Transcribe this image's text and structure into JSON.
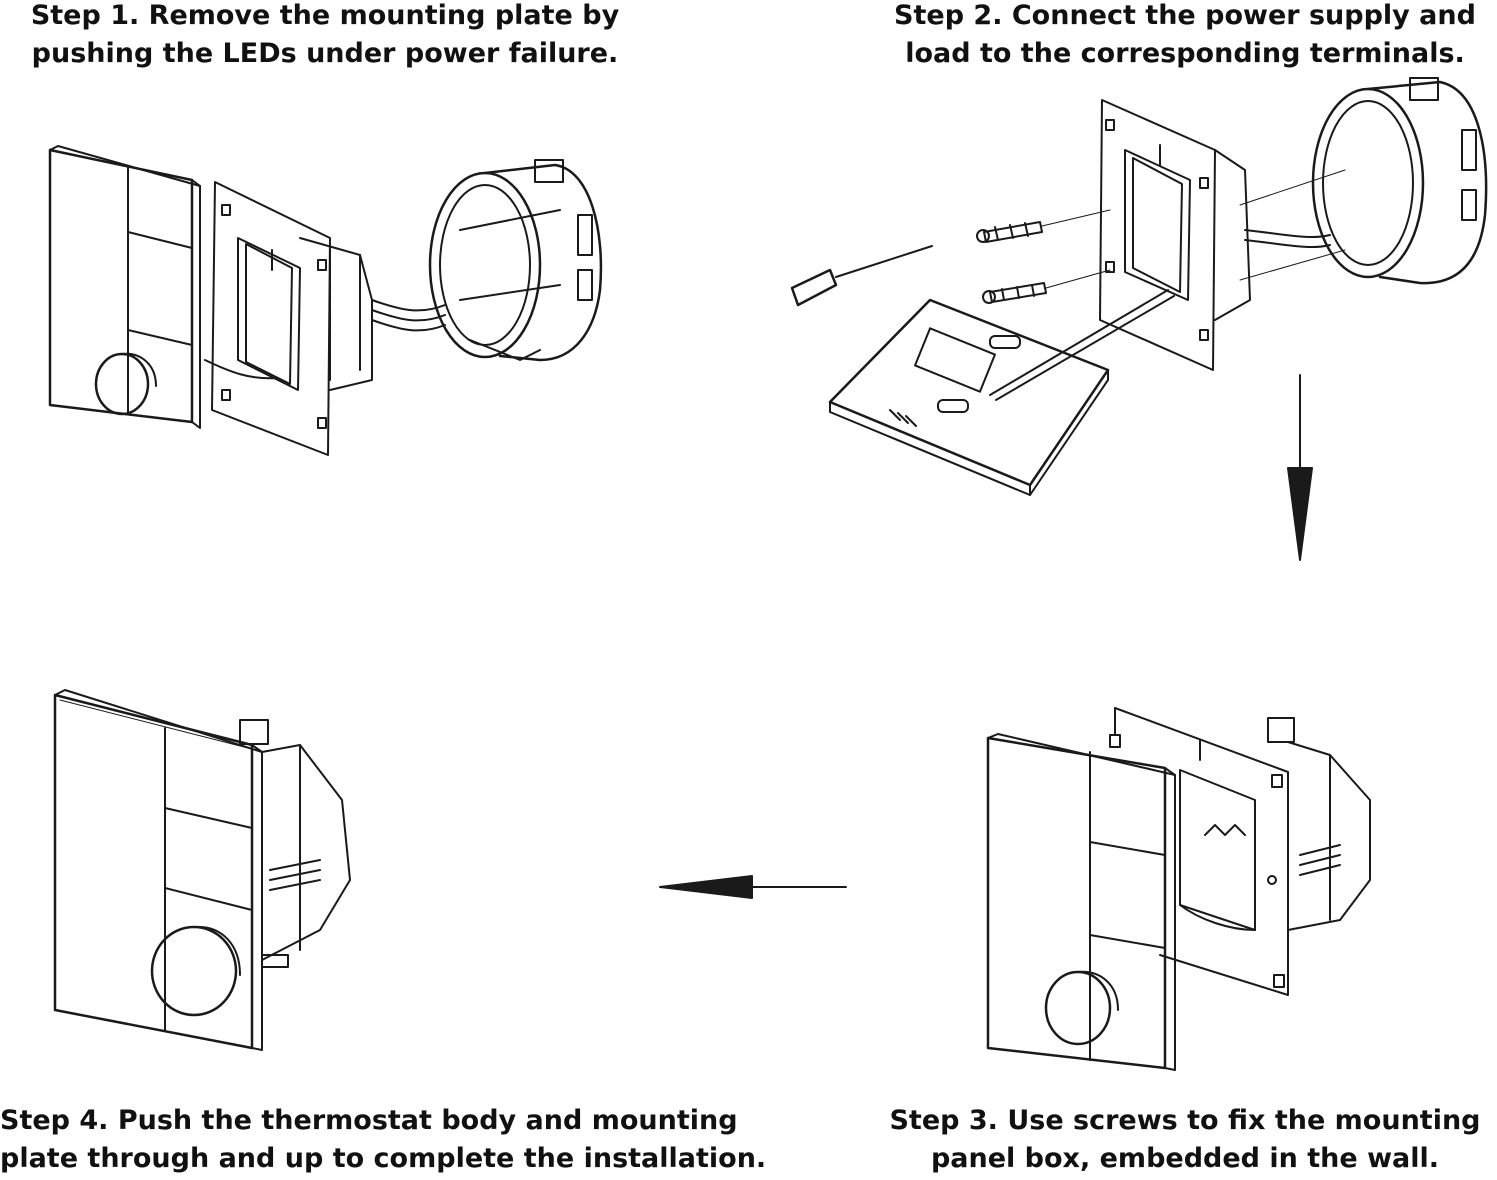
{
  "steps": [
    {
      "id": 1,
      "line1": "Step 1. Remove the mounting plate by",
      "line2": "pushing the LEDs under power failure."
    },
    {
      "id": 2,
      "line1": "Step 2. Connect the power supply and",
      "line2": "load to the corresponding terminals."
    },
    {
      "id": 3,
      "line1": "Step 3. Use screws to fix the mounting",
      "line2": "panel box, embedded in the wall."
    },
    {
      "id": 4,
      "line1": "Step 4. Push the thermostat body and mounting",
      "line2": "plate through and up to complete the installation."
    }
  ],
  "colors": {
    "line": "#1a1a1a",
    "background": "#ffffff"
  }
}
